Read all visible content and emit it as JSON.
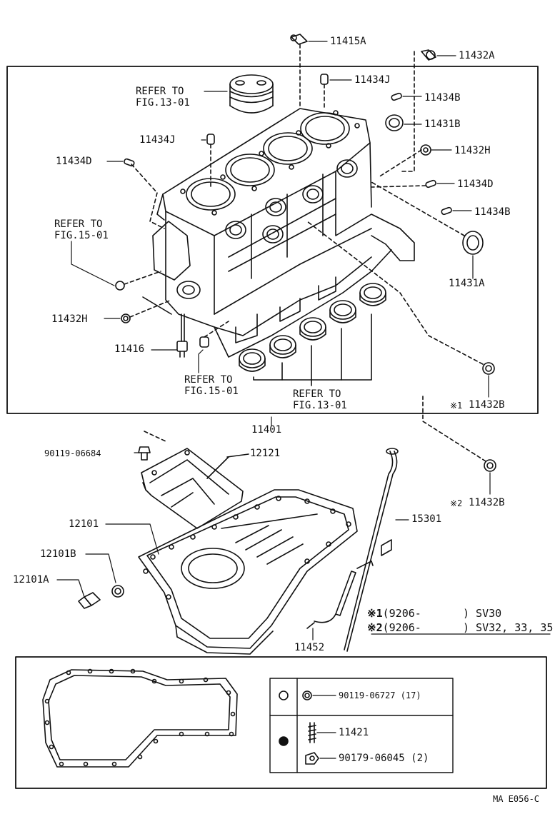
{
  "parts": {
    "p11415A": "11415A",
    "p11432A": "11432A",
    "p11434J_top": "11434J",
    "p11434B_top": "11434B",
    "p11431B": "11431B",
    "p11432H_right": "11432H",
    "p11434D_right": "11434D",
    "p11434B_right": "11434B",
    "p11431A": "11431A",
    "p11434J_left": "11434J",
    "p11434D_left": "11434D",
    "p11432H_left": "11432H",
    "p11416": "11416",
    "p11432B_1": "11432B",
    "p11401": "11401",
    "p90119_06684": "90119-06684",
    "p12121": "12121",
    "p11432B_2": "11432B",
    "p12101": "12101",
    "p15301": "15301",
    "p12101B": "12101B",
    "p12101A": "12101A",
    "p11452": "11452"
  },
  "refs": {
    "ref_13_01_top": [
      "REFER TO",
      "FIG.13-01"
    ],
    "ref_15_01_left": [
      "REFER TO",
      "FIG.15-01"
    ],
    "ref_15_01_bottom": [
      "REFER TO",
      "FIG.15-01"
    ],
    "ref_13_01_bottom": [
      "REFER TO",
      "FIG.13-01"
    ]
  },
  "marks": {
    "mark1_small": "※1",
    "mark2_small": "※2"
  },
  "notes": [
    {
      "mark": "※1",
      "code": "(9206-",
      "suffix": ") SV30"
    },
    {
      "mark": "※2",
      "code": "(9206-",
      "suffix": ") SV32, 33, 35"
    }
  ],
  "kit_table": {
    "rows": [
      {
        "symbol": "open-circle",
        "items": [
          {
            "number": "90119-06727 (17)"
          }
        ]
      },
      {
        "symbol": "filled-circle",
        "items": [
          {
            "number": "11421"
          },
          {
            "number": "90179-06045 (2)"
          }
        ]
      }
    ]
  },
  "diagram_code": "MA E056-C"
}
